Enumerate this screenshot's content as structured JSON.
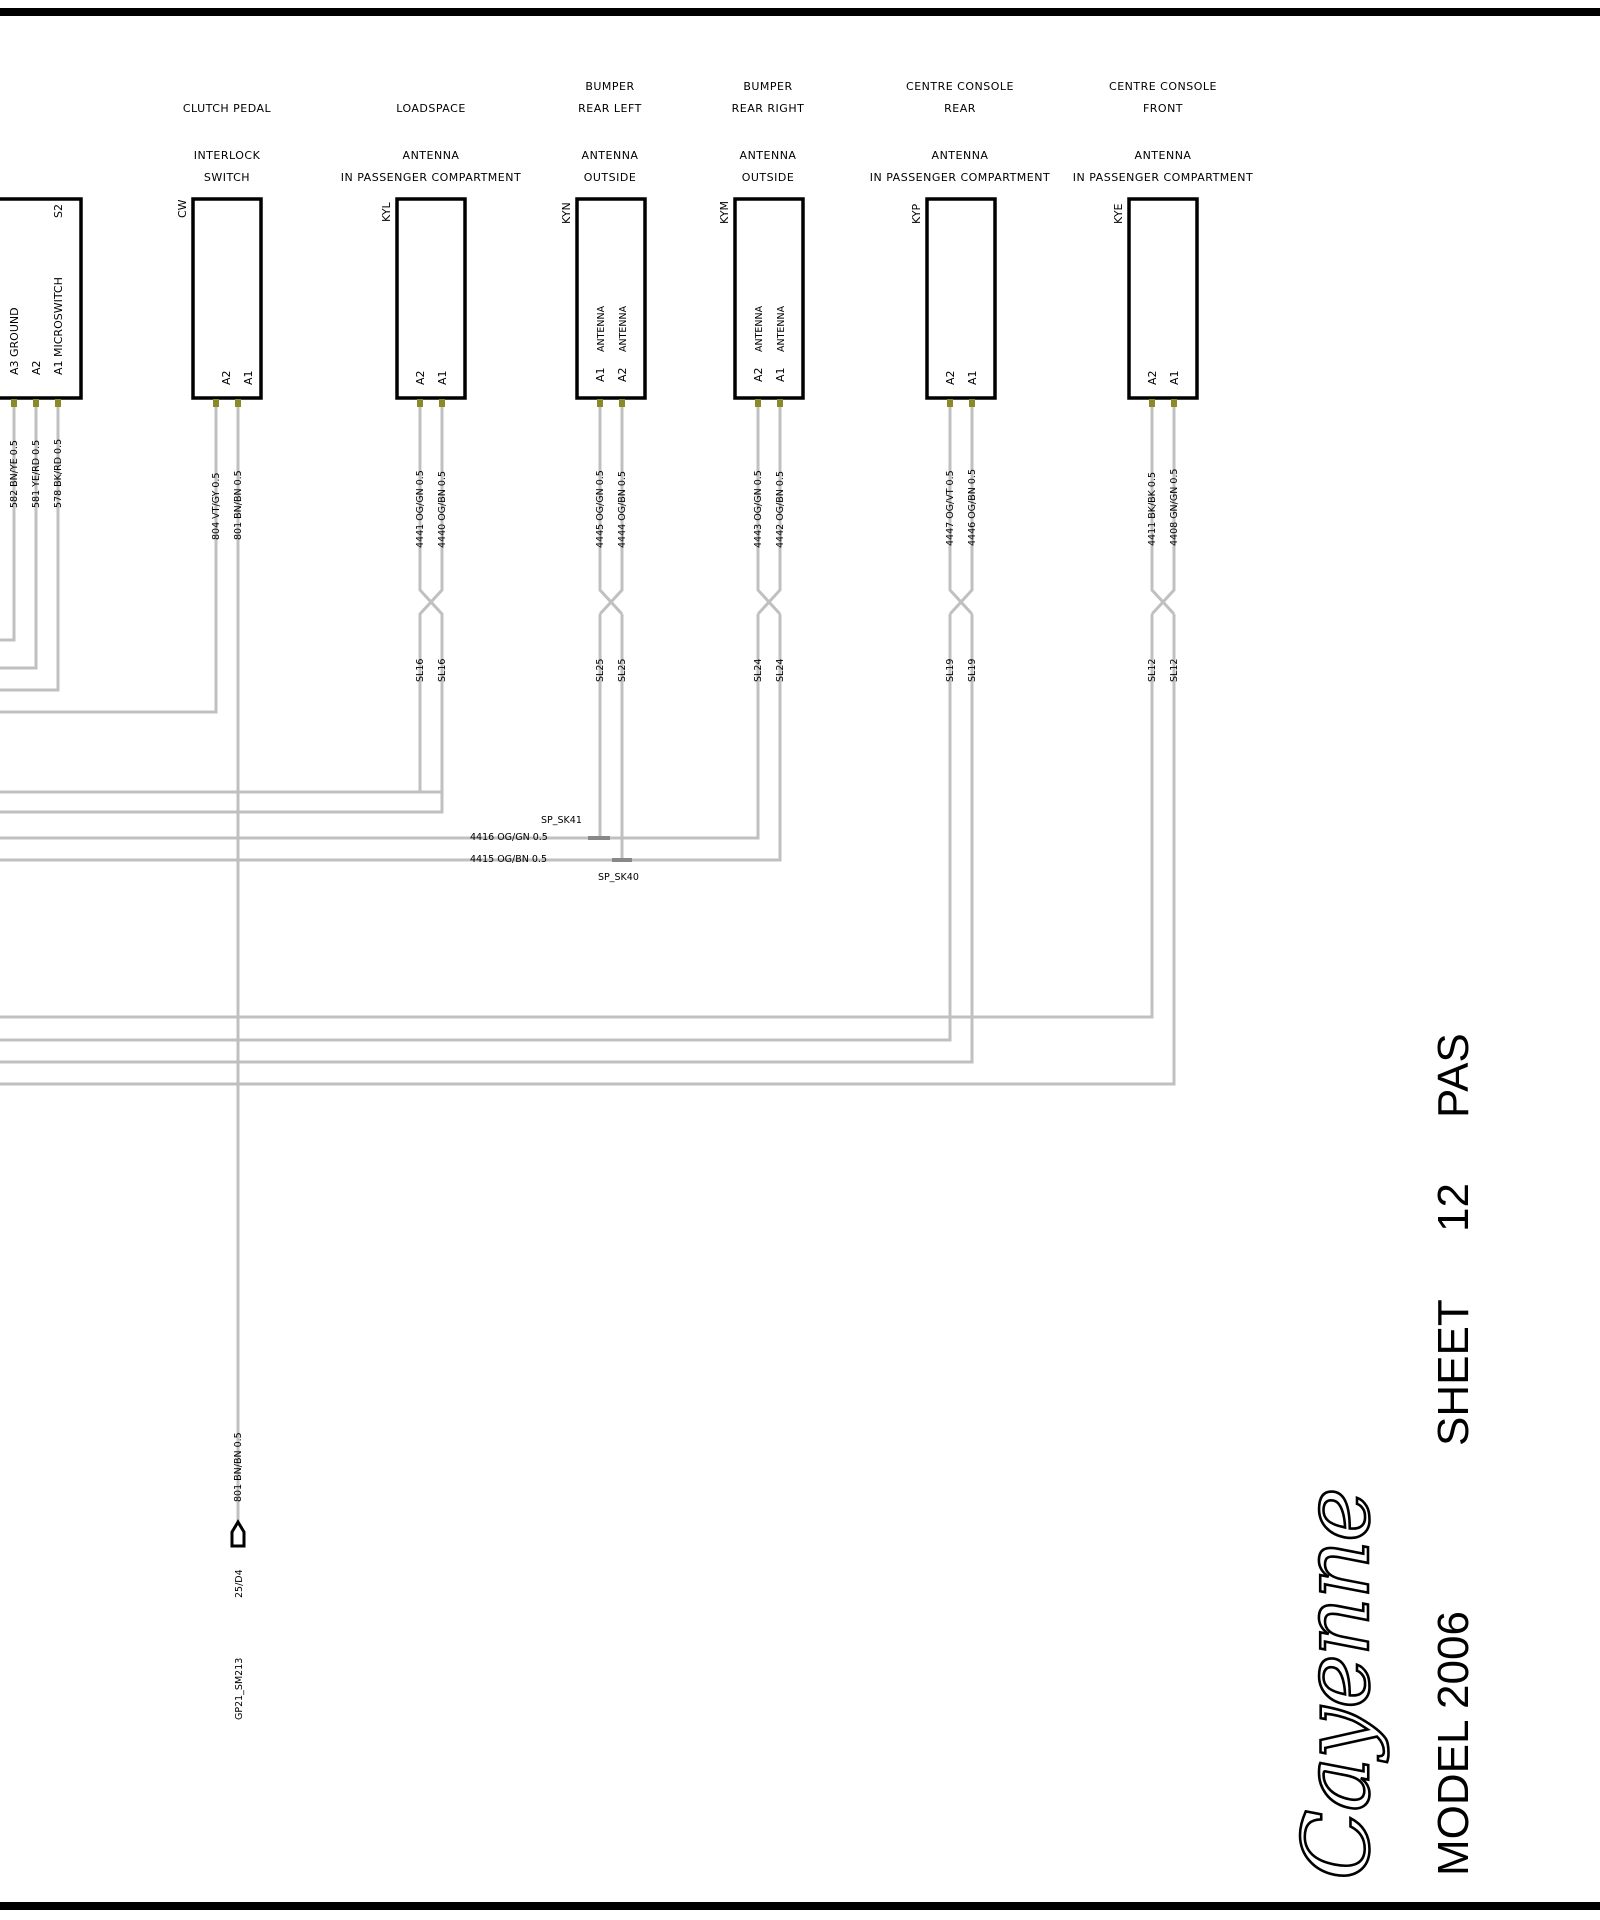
{
  "components": [
    {
      "code": "",
      "header": [],
      "title": [],
      "pins": [
        "A3 GROUND",
        "A2",
        "A1 MICROSWITCH",
        "S2"
      ]
    },
    {
      "code": "CW",
      "header": [
        "CLUTCH PEDAL"
      ],
      "title": [
        "INTERLOCK",
        "SWITCH"
      ],
      "pins": [
        "A2",
        "A1"
      ]
    },
    {
      "code": "KYL",
      "header": [
        "LOADSPACE"
      ],
      "title": [
        "ANTENNA",
        "IN PASSENGER COMPARTMENT"
      ],
      "pins": [
        "A2",
        "A1"
      ]
    },
    {
      "code": "KYN",
      "header": [
        "BUMPER",
        "REAR LEFT"
      ],
      "title": [
        "ANTENNA",
        "OUTSIDE"
      ],
      "pins": [
        "A1",
        "A2"
      ],
      "inner": [
        "ANTENNA",
        "ANTENNA"
      ]
    },
    {
      "code": "KYM",
      "header": [
        "BUMPER",
        "REAR RIGHT"
      ],
      "title": [
        "ANTENNA",
        "OUTSIDE"
      ],
      "pins": [
        "A2",
        "A1"
      ],
      "inner": [
        "ANTENNA",
        "ANTENNA"
      ]
    },
    {
      "code": "KYP",
      "header": [
        "CENTRE CONSOLE",
        "REAR"
      ],
      "title": [
        "ANTENNA",
        "IN PASSENGER COMPARTMENT"
      ],
      "pins": [
        "A2",
        "A1"
      ]
    },
    {
      "code": "KYE",
      "header": [
        "CENTRE CONSOLE",
        "FRONT"
      ],
      "title": [
        "ANTENNA",
        "IN PASSENGER COMPARTMENT"
      ],
      "pins": [
        "A2",
        "A1"
      ]
    }
  ],
  "wires": {
    "w582": "582 BN/YE 0.5",
    "w581": "581 YE/RD 0.5",
    "w578": "578 BK/RD 0.5",
    "w804": "804 VT/GY 0.5",
    "w801": "801 BN/BN 0.5",
    "w4441": "4441 OG/GN 0.5",
    "w4440": "4440 OG/BN 0.5",
    "w4445": "4445 OG/GN 0.5",
    "w4444": "4444 OG/BN 0.5",
    "w4443": "4443 OG/GN 0.5",
    "w4442": "4442 OG/BN 0.5",
    "w4447": "4447 OG/VT 0.5",
    "w4446": "4446 OG/BN 0.5",
    "w4411": "4411 BK/BK 0.5",
    "w4408": "4408 GN/GN 0.5",
    "w4416": "4416 OG/GN 0.5",
    "w4415": "4415 OG/BN 0.5",
    "w801_bottom": "801 BN/BN 0.5"
  },
  "splices": {
    "sl16": "SL16",
    "sl25": "SL25",
    "sl24": "SL24",
    "sl19": "SL19",
    "sl12": "SL12",
    "sp_sk41": "SP_SK41",
    "sp_sk40": "SP_SK40"
  },
  "ground": {
    "ref": "25/D4",
    "id": "GP21_SM213"
  },
  "title_block": {
    "brand": "Cayenne",
    "model": "MODEL 2006",
    "sheet_label": "SHEET",
    "sheet_number": "12",
    "system": "PAS"
  },
  "colors": {
    "wire": "#c0c0c0",
    "terminal": "#8a8a2a",
    "frame": "#000000"
  }
}
